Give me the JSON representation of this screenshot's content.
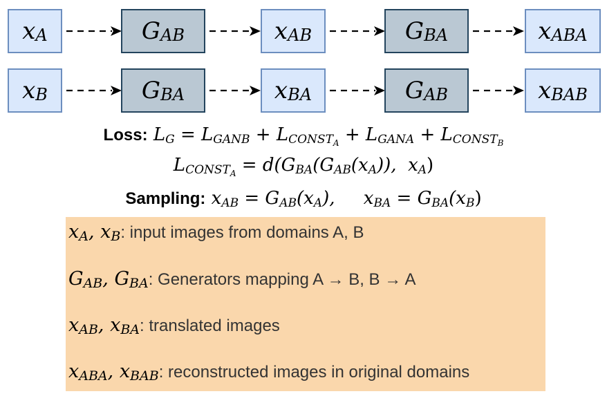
{
  "row_a": {
    "input": {
      "base": "x",
      "sub": "A"
    },
    "gen1": {
      "base": "G",
      "sub": "AB"
    },
    "mid": {
      "base": "x",
      "sub": "AB"
    },
    "gen2": {
      "base": "G",
      "sub": "BA"
    },
    "output": {
      "base": "x",
      "sub": "ABA"
    }
  },
  "row_b": {
    "input": {
      "base": "x",
      "sub": "B"
    },
    "gen1": {
      "base": "G",
      "sub": "BA"
    },
    "mid": {
      "base": "x",
      "sub": "BA"
    },
    "gen2": {
      "base": "G",
      "sub": "AB"
    },
    "output": {
      "base": "x",
      "sub": "BAB"
    }
  },
  "loss": {
    "label": "Loss:",
    "lhs": "L",
    "lhs_sub": "G",
    "eq": " = ",
    "t1": "L",
    "t1_sub": "GANB",
    "plus": " + ",
    "t2": "L",
    "t2_sub": "CONST",
    "t2_subsub": "A",
    "t3": "L",
    "t3_sub": "GANA",
    "t4": "L",
    "t4_sub": "CONST",
    "t4_subsub": "B"
  },
  "const": {
    "lhs": "L",
    "lhs_sub": "CONST",
    "lhs_subsub": "A",
    "rhs": " = d(G",
    "g1_sub": "BA",
    "mid": "(G",
    "g2_sub": "AB",
    "arg": "(x",
    "arg_sub": "A",
    "close": ")),  x",
    "x_sub": "A",
    "end": ")"
  },
  "sampling": {
    "label": "Sampling:",
    "x1": "x",
    "x1_sub": "AB",
    "eq1": " = G",
    "g1_sub": "AB",
    "arg1": "(x",
    "arg1_sub": "A",
    "close1": "),     x",
    "x2_sub": "BA",
    "eq2": " = G",
    "g2_sub": "BA",
    "arg2": "(x",
    "arg2_sub": "B",
    "close2": ")"
  },
  "legend": [
    {
      "sym1": "x",
      "sub1": "A",
      "sep": ", ",
      "sym2": "x",
      "sub2": "B",
      "text": ": input images from domains A, B"
    },
    {
      "sym1": "G",
      "sub1": "AB",
      "sep": ", ",
      "sym2": "G",
      "sub2": "BA",
      "text": ": Generators mapping A → B, B → A"
    },
    {
      "sym1": "x",
      "sub1": "AB",
      "sep": ", ",
      "sym2": "x",
      "sub2": "BA",
      "text": ": translated images"
    },
    {
      "sym1": "x",
      "sub1": "ABA",
      "sep": ", ",
      "sym2": "x",
      "sub2": "BAB",
      "text": ": reconstructed images in original domains"
    }
  ],
  "colors": {
    "var_fill": "#dae8fc",
    "var_stroke": "#6c8ebf",
    "gen_fill": "#bac8d3",
    "gen_stroke": "#23445d",
    "legend_fill": "#fad7ac"
  }
}
